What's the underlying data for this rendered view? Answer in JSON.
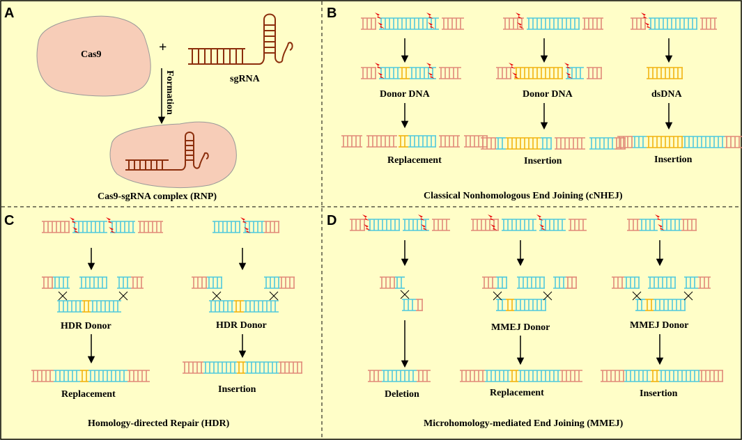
{
  "panels": {
    "a": {
      "letter": "A",
      "protein": "Cas9",
      "plus": "+",
      "guide": "sgRNA",
      "step": "Formation",
      "complex": "Cas9-sgRNA complex (RNP)"
    },
    "b": {
      "letter": "B",
      "donor_dna": "Donor DNA",
      "ds_dna": "dsDNA",
      "replacement": "Replacement",
      "insertion": "Insertion",
      "title": "Classical Nonhomologous End Joining (cNHEJ)"
    },
    "c": {
      "letter": "C",
      "donor": "HDR Donor",
      "replacement": "Replacement",
      "insertion": "Insertion",
      "title": "Homology-directed Repair  (HDR)"
    },
    "d": {
      "letter": "D",
      "donor": "MMEJ Donor",
      "deletion": "Deletion",
      "replacement": "Replacement",
      "insertion": "Insertion",
      "title": "Microhomology-mediated End Joining  (MMEJ)"
    }
  },
  "colors": {
    "background": "#fffec8",
    "cas9_fill": "#f7cdb8",
    "rna": "#8b2e0c",
    "dna_flank": "#e08878",
    "dna_target": "#4fc8dc",
    "dna_donor": "#f2b210",
    "cut_marker": "#e81010"
  },
  "icons": [
    "lightning-icon",
    "arrow-down-icon",
    "cross-icon"
  ]
}
